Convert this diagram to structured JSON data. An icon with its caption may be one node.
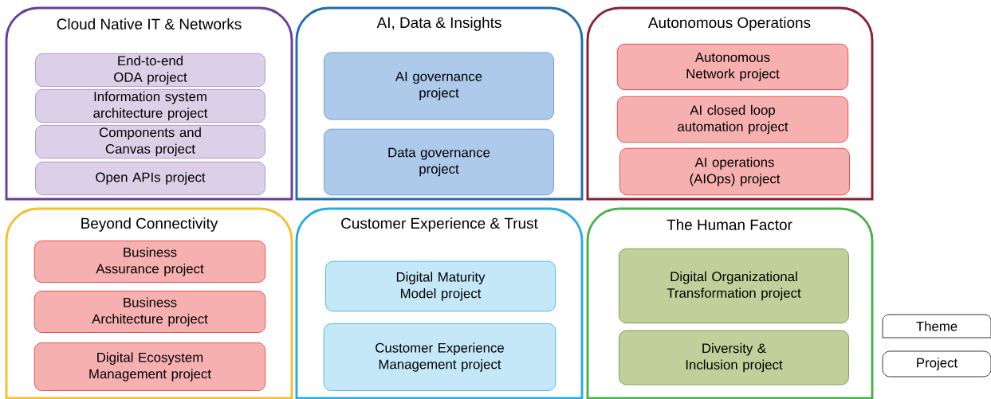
{
  "diagram": {
    "nodes": [
      {
        "text": [
          "Cloud Native IT & Networks"
        ]
      },
      {
        "text": [
          "End-to-end ODA project"
        ],
        "in": 0
      },
      {
        "text": [
          "Information system architecture project"
        ],
        "in": 0
      },
      {
        "text": [
          "Components and Canvas project"
        ],
        "in": 0
      },
      {
        "text": [
          "Open APIs project"
        ],
        "in": 0
      },
      {
        "text": [
          "AI, Data & Insights"
        ]
      },
      {
        "text": [
          "AI governance project"
        ],
        "in": 5
      },
      {
        "text": [
          "Data governance project"
        ],
        "in": 5
      },
      {
        "text": [
          "Autonomous Operations"
        ]
      },
      {
        "text": [
          "Autonomous Network project"
        ],
        "in": 8
      },
      {
        "text": [
          "AI closed loop automation project"
        ],
        "in": 8
      },
      {
        "text": [
          "AI operations (AIOps) project"
        ],
        "in": 8
      },
      {
        "text": [
          "Beyond Connectivity"
        ]
      },
      {
        "text": [
          "Business Assurance project"
        ],
        "in": 12
      },
      {
        "text": [
          "Business Architecture project"
        ],
        "in": 12
      },
      {
        "text": [
          "Digital Ecosystem Management project"
        ],
        "in": 12
      },
      {
        "text": [
          "Customer Experience & Trust"
        ]
      },
      {
        "text": [
          "Digital Maturity Model project"
        ],
        "in": 16
      },
      {
        "text": [
          "Customer Experience Management project"
        ],
        "in": 16
      },
      {
        "text": [
          "The Human Factor"
        ]
      },
      {
        "text": [
          "Digital Organizational Transformation project"
        ],
        "in": 19
      },
      {
        "text": [
          "Diversity & Inclusion project"
        ],
        "in": 19
      }
    ],
    "legend": [
      {
        "text": "Theme"
      },
      {
        "text": "Project"
      }
    ]
  }
}
